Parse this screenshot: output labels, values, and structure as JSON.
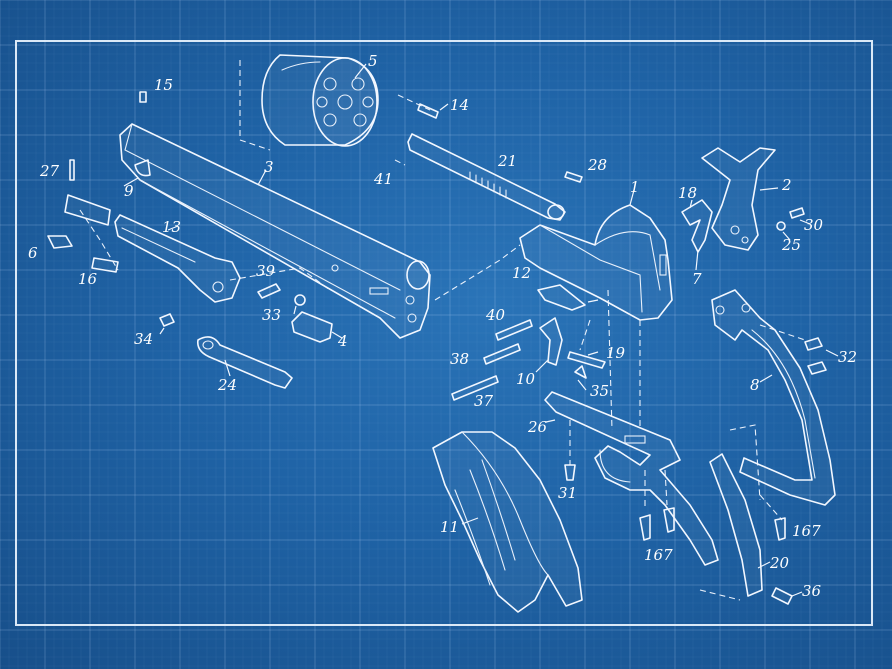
{
  "diagram": {
    "labels": [
      {
        "id": "1",
        "text": "1"
      },
      {
        "id": "2",
        "text": "2"
      },
      {
        "id": "3",
        "text": "3"
      },
      {
        "id": "4",
        "text": "4"
      },
      {
        "id": "5",
        "text": "5"
      },
      {
        "id": "6",
        "text": "6"
      },
      {
        "id": "7",
        "text": "7"
      },
      {
        "id": "8",
        "text": "8"
      },
      {
        "id": "9",
        "text": "9"
      },
      {
        "id": "10",
        "text": "10"
      },
      {
        "id": "11",
        "text": "11"
      },
      {
        "id": "12",
        "text": "12"
      },
      {
        "id": "13",
        "text": "13"
      },
      {
        "id": "14",
        "text": "14"
      },
      {
        "id": "15",
        "text": "15"
      },
      {
        "id": "16",
        "text": "16"
      },
      {
        "id": "18",
        "text": "18"
      },
      {
        "id": "19",
        "text": "19"
      },
      {
        "id": "20",
        "text": "20"
      },
      {
        "id": "21",
        "text": "21"
      },
      {
        "id": "24",
        "text": "24"
      },
      {
        "id": "25",
        "text": "25"
      },
      {
        "id": "26",
        "text": "26"
      },
      {
        "id": "27",
        "text": "27"
      },
      {
        "id": "28",
        "text": "28"
      },
      {
        "id": "30",
        "text": "30"
      },
      {
        "id": "31",
        "text": "31"
      },
      {
        "id": "32",
        "text": "32"
      },
      {
        "id": "33",
        "text": "33"
      },
      {
        "id": "34",
        "text": "34"
      },
      {
        "id": "35",
        "text": "35"
      },
      {
        "id": "36",
        "text": "36"
      },
      {
        "id": "37",
        "text": "37"
      },
      {
        "id": "38",
        "text": "38"
      },
      {
        "id": "39",
        "text": "39"
      },
      {
        "id": "40",
        "text": "40"
      },
      {
        "id": "41",
        "text": "41"
      },
      {
        "id": "167a",
        "text": "167"
      },
      {
        "id": "167b",
        "text": "167"
      }
    ]
  }
}
